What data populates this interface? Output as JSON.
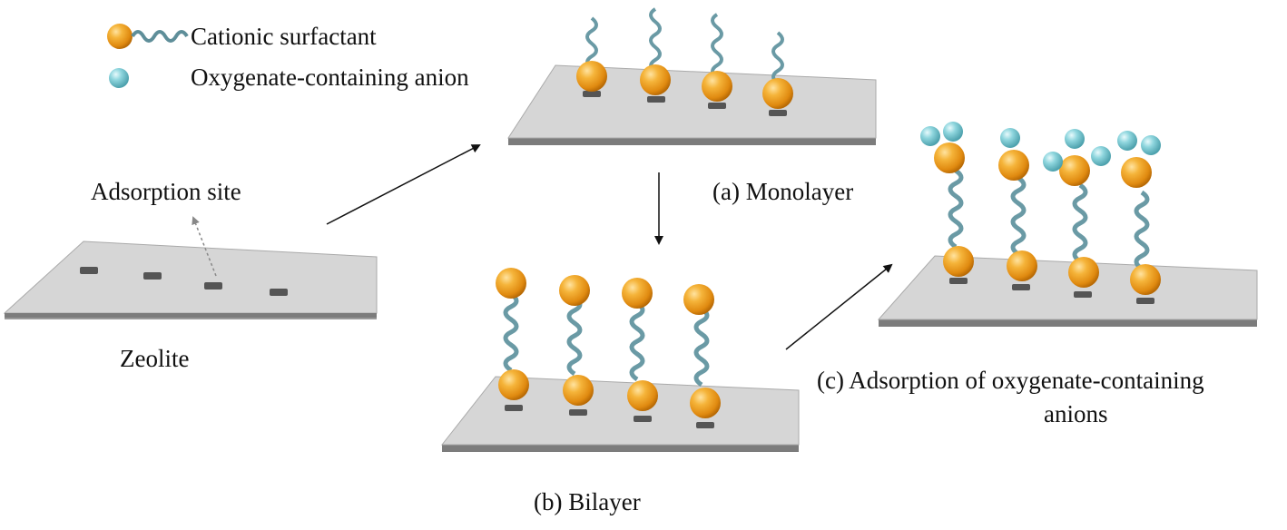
{
  "legend": {
    "cation_label": "Cationic surfactant",
    "anion_label": "Oxygenate-containing anion"
  },
  "zeolite": {
    "site_label": "Adsorption site",
    "label": "Zeolite"
  },
  "stages": {
    "monolayer": "(a) Monolayer",
    "bilayer": "(b) Bilayer",
    "adsorption_line1": "(c)  Adsorption of oxygenate-containing",
    "adsorption_line2": "anions"
  },
  "colors": {
    "surfactant_head": "#F0A020",
    "tail": "#7FA4AE",
    "anion": "#7CCBD3",
    "plate": "#D6D6D6",
    "site": "#555555"
  },
  "icons": [
    "orange-sphere-icon",
    "wavy-tail-icon",
    "cyan-sphere-icon",
    "arrow-icon"
  ]
}
